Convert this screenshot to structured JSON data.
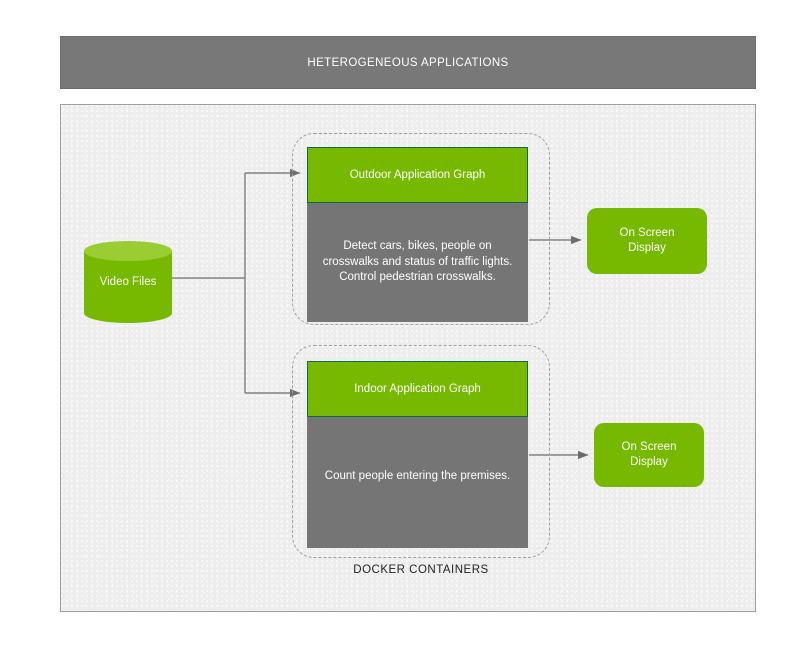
{
  "header": {
    "title": "HETEROGENEOUS APPLICATIONS",
    "bg_color": "#787878",
    "text_color": "#ffffff"
  },
  "panel": {
    "bg_color": "#ededed",
    "border_color": "#9e9e9e"
  },
  "source": {
    "label": "Video Files",
    "shape": "cylinder",
    "fill_color": "#76b900",
    "top_color": "#9acd32"
  },
  "docker": {
    "label": "DOCKER CONTAINERS",
    "border_style": "dashed",
    "border_color": "#a0a0a0"
  },
  "applications": [
    {
      "id": "outdoor",
      "header_label": "Outdoor Application Graph",
      "header_color": "#76b900",
      "header_border_color": "#0b6b4f",
      "body_text": "Detect cars, bikes, people on crosswalks and status of traffic lights. Control pedestrian crosswalks.",
      "body_color": "#757575",
      "output_label": "On Screen Display",
      "output_color": "#76b900"
    },
    {
      "id": "indoor",
      "header_label": "Indoor Application Graph",
      "header_color": "#76b900",
      "header_border_color": "#0b6b4f",
      "body_text": "Count people entering the premises.",
      "body_color": "#757575",
      "output_label": "On Screen Display",
      "output_color": "#76b900"
    }
  ],
  "outputs": {
    "outdoor_line1": "On Screen",
    "outdoor_line2": "Display",
    "indoor_line1": "On Screen",
    "indoor_line2": "Display"
  },
  "connectors": {
    "arrow_color": "#6d6d6d",
    "count": 4
  }
}
